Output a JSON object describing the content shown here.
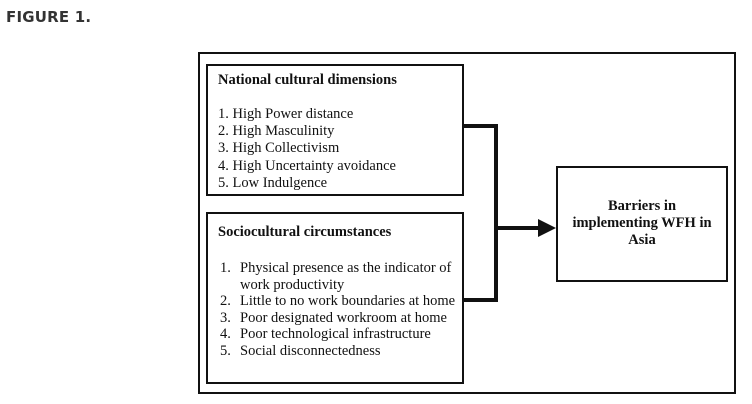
{
  "figure_label": "FIGURE 1.",
  "national": {
    "heading": "National cultural dimensions",
    "items": [
      {
        "num": "1.",
        "text": "High Power distance"
      },
      {
        "num": "2.",
        "text": "High Masculinity"
      },
      {
        "num": "3.",
        "text": "High Collectivism"
      },
      {
        "num": "4.",
        "text": "High Uncertainty avoidance"
      },
      {
        "num": "5.",
        "text": "Low Indulgence"
      }
    ]
  },
  "sociocultural": {
    "heading": "Sociocultural circumstances",
    "items": [
      {
        "num": "1.",
        "text": "Physical presence as the indicator of work productivity"
      },
      {
        "num": "2.",
        "text": "Little to no work boundaries at home"
      },
      {
        "num": "3.",
        "text": "Poor designated workroom at home"
      },
      {
        "num": "4.",
        "text": "Poor technological infrastructure"
      },
      {
        "num": "5.",
        "text": "Social disconnectedness"
      }
    ]
  },
  "outcome": {
    "text": "Barriers in implementing WFH in Asia"
  },
  "colors": {
    "stroke": "#111111",
    "label": "#333333",
    "background": "#ffffff"
  }
}
